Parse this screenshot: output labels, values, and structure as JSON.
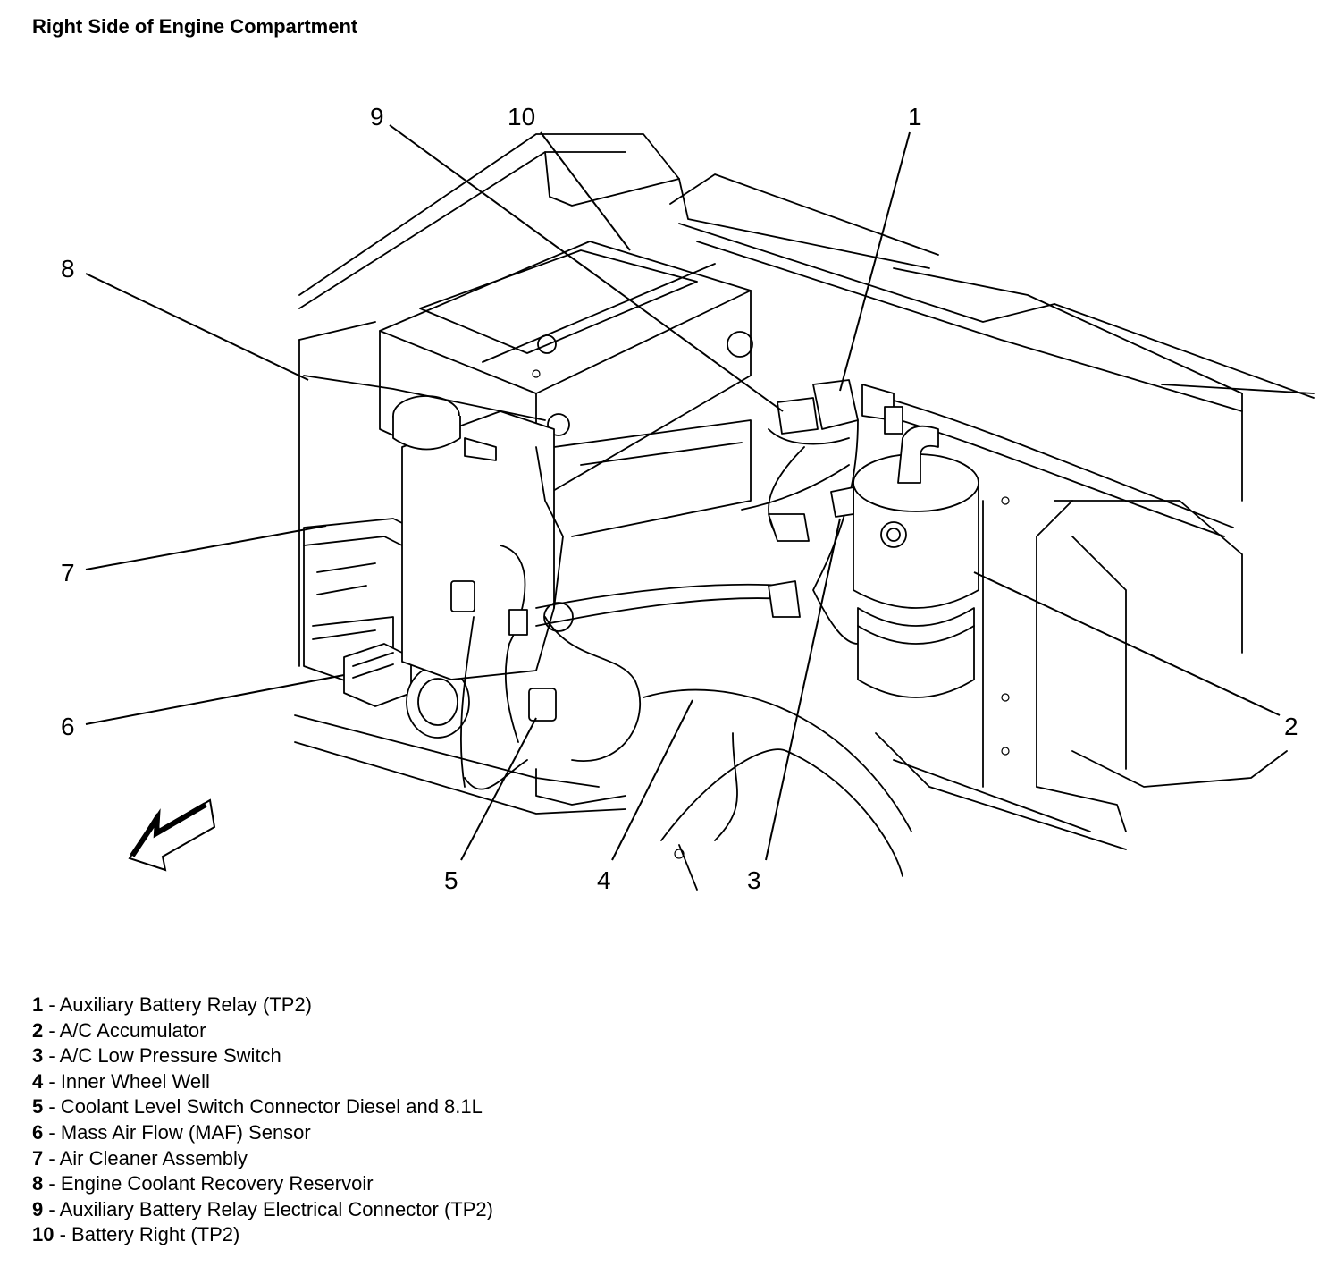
{
  "title": "Right Side of Engine Compartment",
  "callouts": [
    {
      "number": "1",
      "description": "Auxiliary Battery Relay (TP2)"
    },
    {
      "number": "2",
      "description": "A/C Accumulator"
    },
    {
      "number": "3",
      "description": "A/C Low Pressure Switch"
    },
    {
      "number": "4",
      "description": "Inner Wheel Well"
    },
    {
      "number": "5",
      "description": "Coolant Level Switch Connector Diesel and 8.1L"
    },
    {
      "number": "6",
      "description": "Mass Air Flow (MAF) Sensor"
    },
    {
      "number": "7",
      "description": "Air Cleaner Assembly"
    },
    {
      "number": "8",
      "description": "Engine Coolant Recovery Reservoir"
    },
    {
      "number": "9",
      "description": "Auxiliary Battery Relay Electrical Connector (TP2)"
    },
    {
      "number": "10",
      "description": "Battery Right (TP2)"
    }
  ],
  "separator": " - "
}
